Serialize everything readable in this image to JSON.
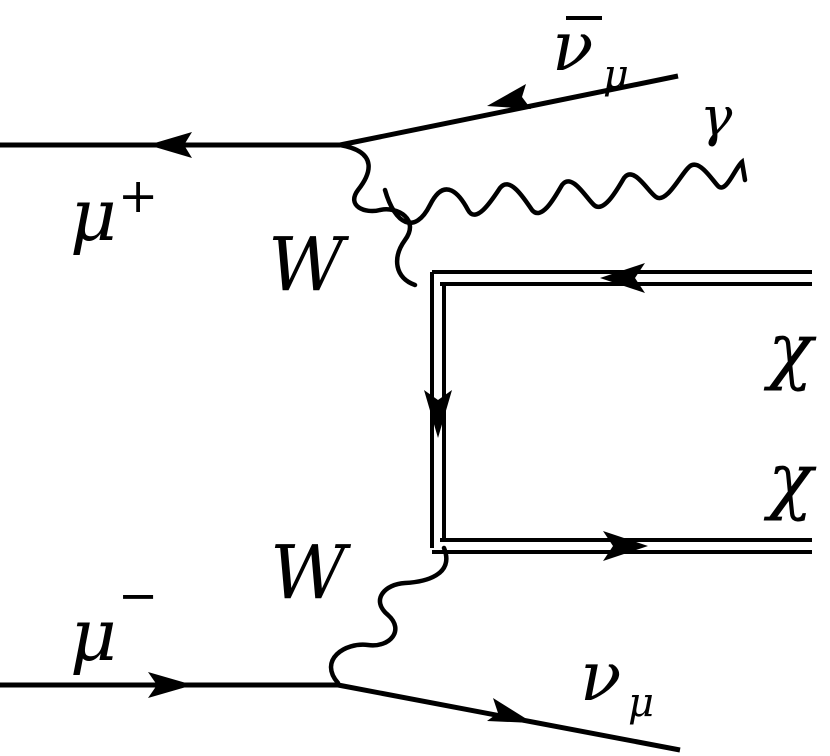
{
  "diagram": {
    "labels": {
      "nubar_mu": {
        "base": "ν",
        "sub": "μ"
      },
      "gamma": "γ",
      "mu_plus": {
        "base": "μ",
        "sup": "+"
      },
      "w_top": "W",
      "chi_top": "χ",
      "chi_bottom": "χ",
      "w_bottom": "W",
      "mu_minus": {
        "base": "μ",
        "sup": "−"
      },
      "nu_mu": {
        "base": "ν",
        "sub": "μ"
      }
    }
  }
}
